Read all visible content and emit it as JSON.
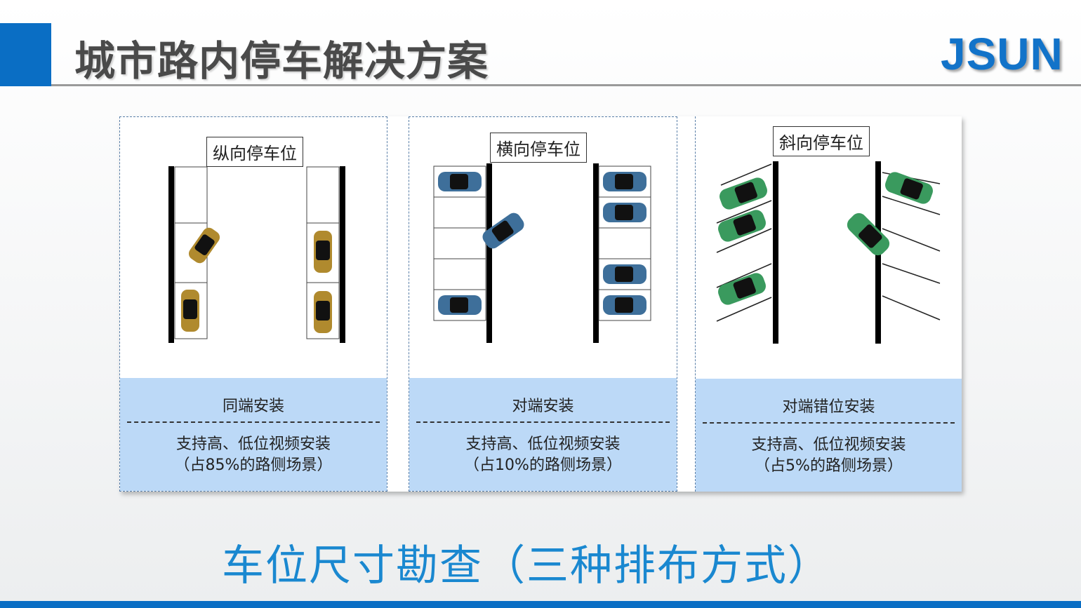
{
  "header": {
    "title": "城市路内停车解决方案",
    "logo": "JSUN",
    "accent_color": "#0a6ec4"
  },
  "panels": [
    {
      "label": "纵向停车位",
      "mode": "同端安装",
      "desc_line1": "支持高、低位视频安装",
      "desc_line2": "（占85%的路侧场景）",
      "car_color": "#b08a2e"
    },
    {
      "label": "横向停车位",
      "mode": "对端安装",
      "desc_line1": "支持高、低位视频安装",
      "desc_line2": "（占10%的路侧场景）",
      "car_color": "#3e6f9a"
    },
    {
      "label": "斜向停车位",
      "mode": "对端错位安装",
      "desc_line1": "支持高、低位视频安装",
      "desc_line2": "（占5%的路侧场景）",
      "car_color": "#3a9a5e"
    }
  ],
  "footer": {
    "subtitle": "车位尺寸勘查（三种排布方式）"
  }
}
